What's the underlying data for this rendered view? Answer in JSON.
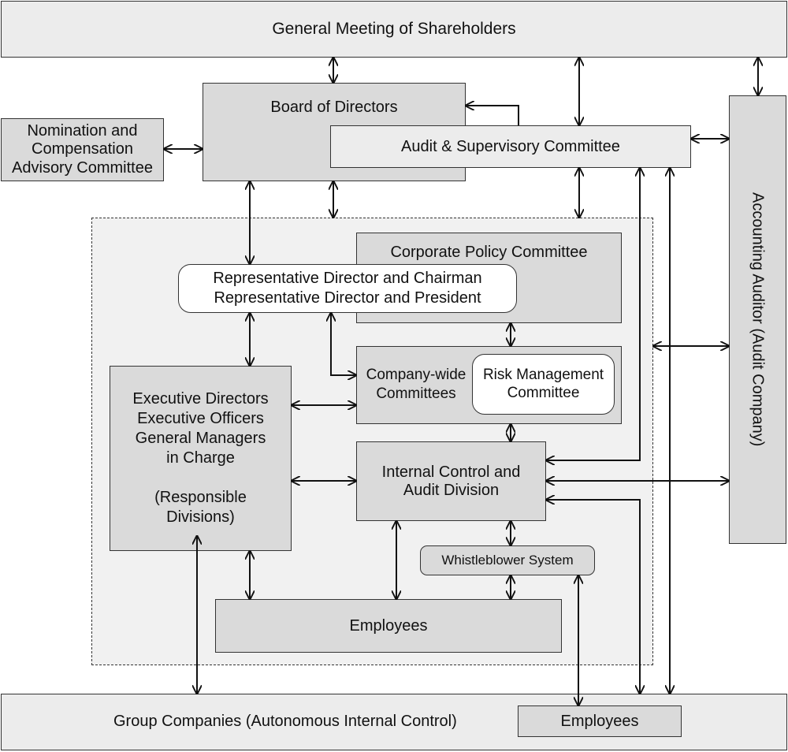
{
  "nodes": {
    "gms": "General Meeting of Shareholders",
    "board": "Board of Directors",
    "audit_committee": "Audit & Supervisory Committee",
    "nomination": "Nomination and\nCompensation\nAdvisory Committee",
    "accounting_auditor": "Accounting Auditor (Audit Company)",
    "corporate_policy": "Corporate Policy Committee",
    "representative": "Representative Director and Chairman\nRepresentative Director and President",
    "company_wide": "Company-wide\nCommittees",
    "risk_management": "Risk Management\nCommittee",
    "executives": "Executive Directors\nExecutive Officers\nGeneral Managers\nin Charge\n\n(Responsible\nDivisions)",
    "internal_control": "Internal Control and\nAudit Division",
    "whistleblower": "Whistleblower System",
    "employees_inner": "Employees",
    "group_companies": "Group Companies (Autonomous Internal Control)",
    "employees_group": "Employees"
  },
  "colors": {
    "line": "#111111",
    "fill_light": "#ececec",
    "fill_mid": "#dadada",
    "dashed_region": "#f1f1f1"
  }
}
